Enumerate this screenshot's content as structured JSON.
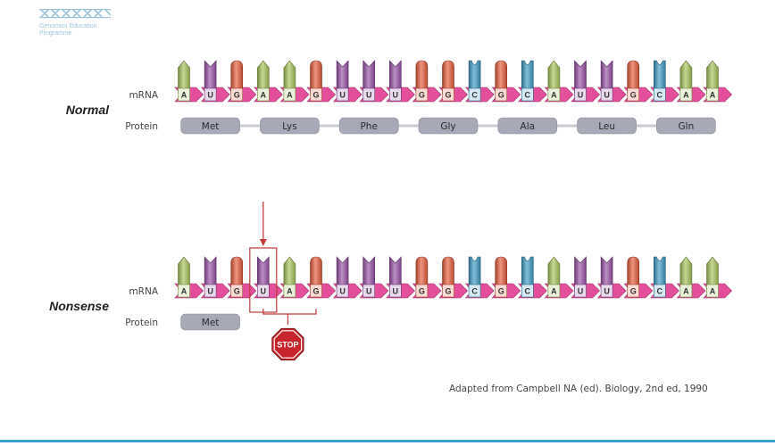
{
  "logo": {
    "line1": "Genomics Education",
    "line2": "Programme"
  },
  "labels": {
    "mrna": "mRNA",
    "protein": "Protein"
  },
  "rows": [
    {
      "title": "Normal",
      "bases": [
        "A",
        "U",
        "G",
        "A",
        "A",
        "G",
        "U",
        "U",
        "U",
        "G",
        "G",
        "C",
        "G",
        "C",
        "A",
        "U",
        "U",
        "G",
        "C",
        "A",
        "A"
      ],
      "proteins": [
        "Met",
        "Lys",
        "Phe",
        "Gly",
        "Ala",
        "Leu",
        "Gln"
      ]
    },
    {
      "title": "Nonsense",
      "bases": [
        "A",
        "U",
        "G",
        "U",
        "A",
        "G",
        "U",
        "U",
        "U",
        "G",
        "G",
        "C",
        "G",
        "C",
        "A",
        "U",
        "U",
        "G",
        "C",
        "A",
        "A"
      ],
      "proteins": [
        "Met"
      ],
      "mutation_index": 3,
      "stop_label": "STOP"
    }
  ],
  "citation": "Adapted from Campbell NA (ed).  Biology, 2nd ed, 1990",
  "colors": {
    "A": "#a6c35a",
    "U": "#9a52a8",
    "G": "#e65c3c",
    "C": "#3e9cc4",
    "backbone": "#e34f9a",
    "protein_pill": "#a8a9b7",
    "protein_line": "#c9cad3",
    "highlight": "#c03a3a",
    "stop": "#c8242c",
    "accent": "#3aa3cf"
  }
}
